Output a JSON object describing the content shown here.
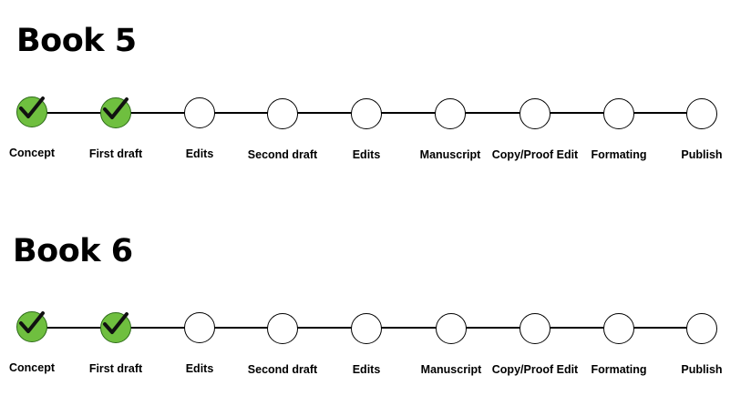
{
  "trackers": [
    {
      "title": "Book 5",
      "stages": [
        {
          "label": "Concept",
          "completed": true
        },
        {
          "label": "First draft",
          "completed": true
        },
        {
          "label": "Edits",
          "completed": false
        },
        {
          "label": "Second draft",
          "completed": false
        },
        {
          "label": "Edits",
          "completed": false
        },
        {
          "label": "Manuscript",
          "completed": false
        },
        {
          "label": "Copy/Proof Edit",
          "completed": false
        },
        {
          "label": "Formating",
          "completed": false
        },
        {
          "label": "Publish",
          "completed": false
        }
      ]
    },
    {
      "title": "Book 6",
      "stages": [
        {
          "label": "Concept",
          "completed": true
        },
        {
          "label": "First draft",
          "completed": true
        },
        {
          "label": "Edits",
          "completed": false
        },
        {
          "label": "Second draft",
          "completed": false
        },
        {
          "label": "Edits",
          "completed": false
        },
        {
          "label": "Manuscript",
          "completed": false
        },
        {
          "label": "Copy/Proof Edit",
          "completed": false
        },
        {
          "label": "Formating",
          "completed": false
        },
        {
          "label": "Publish",
          "completed": false
        }
      ]
    }
  ],
  "colors": {
    "completed_fill": "#6fbf3f",
    "completed_border": "#2d6b19",
    "check": "#111111"
  },
  "icons": {
    "completed": "checkmark-icon"
  }
}
